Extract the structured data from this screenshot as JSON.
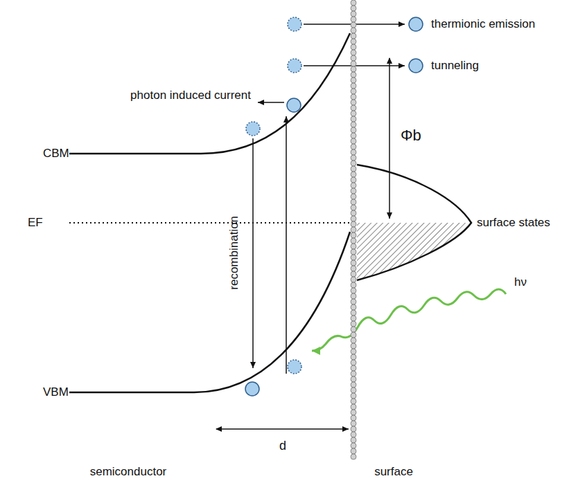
{
  "diagram": {
    "labels": [
      "thermionic emission",
      "tunneling",
      "photon induced current",
      "CBM",
      "Φb",
      "EF",
      "surface states",
      "recombination",
      "hν",
      "VBM",
      "d",
      "semiconductor",
      "surface"
    ]
  }
}
